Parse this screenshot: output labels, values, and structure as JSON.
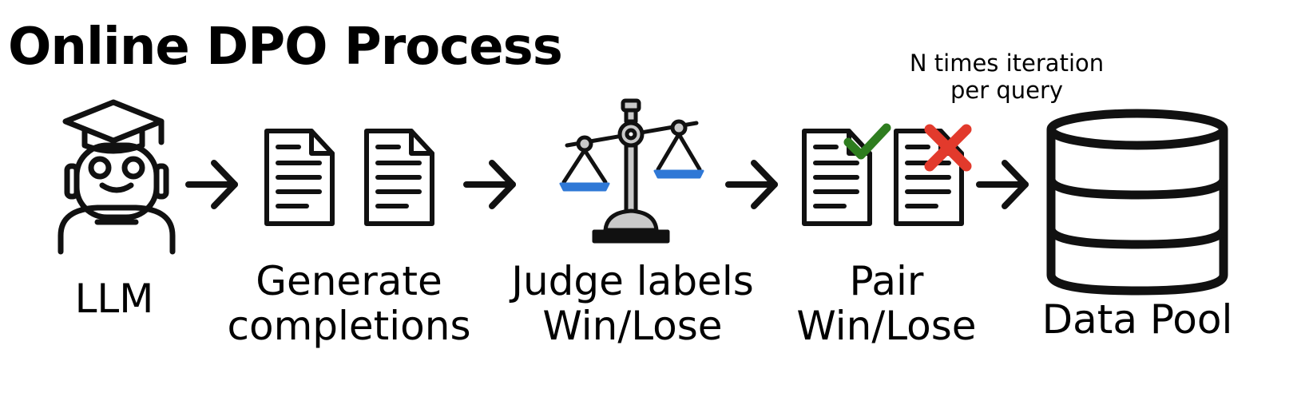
{
  "title": "Online DPO Process",
  "steps": [
    {
      "label": "LLM"
    },
    {
      "label_line1": "Generate",
      "label_line2": "completions"
    },
    {
      "label_line1": "Judge labels",
      "label_line2": "Win/Lose"
    },
    {
      "label_line1": "Pair",
      "label_line2": "Win/Lose"
    },
    {
      "label": "Data Pool"
    }
  ],
  "iteration_note": {
    "line1": "N times iteration",
    "line2": "per query"
  },
  "icons": [
    "robot-graduate-icon",
    "document-icon",
    "balance-scale-icon",
    "check-mark-icon",
    "cross-mark-icon",
    "database-icon",
    "arrow-right-icon"
  ],
  "colors": {
    "ink": "#111111",
    "check": "#2e7d1f",
    "cross": "#e23a2c",
    "scale_pan": "#2f78d6",
    "scale_metal": "#c9c9c9"
  }
}
